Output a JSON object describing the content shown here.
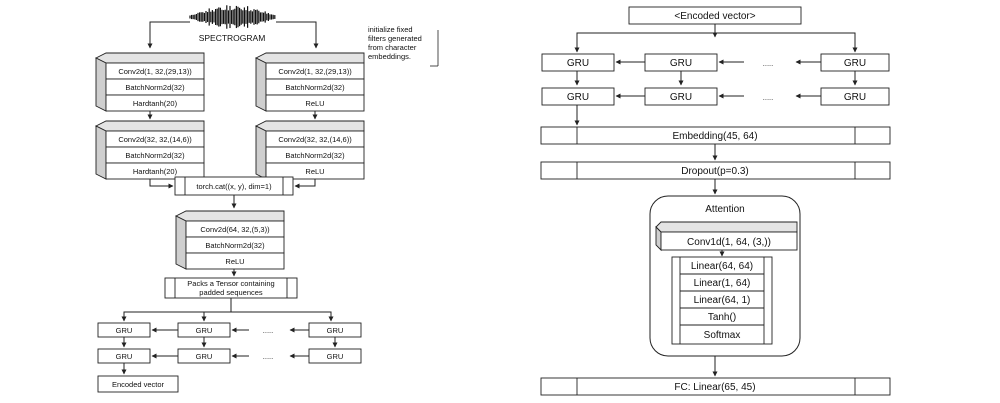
{
  "left": {
    "spectrogram_label": "SPECTROGRAM",
    "note": [
      "initialize fixed",
      "filters generated",
      "from character",
      "embeddings."
    ],
    "branch_a": {
      "block1": [
        "Conv2d(1, 32,(29,13))",
        "BatchNorm2d(32)",
        "Hardtanh(20)"
      ],
      "block2": [
        "Conv2d(32, 32,(14,6))",
        "BatchNorm2d(32)",
        "Hardtanh(20)"
      ]
    },
    "branch_b": {
      "block1": [
        "Conv2d(1, 32,(29,13))",
        "BatchNorm2d(32)",
        "ReLU"
      ],
      "block2": [
        "Conv2d(32, 32,(14,6))",
        "BatchNorm2d(32)",
        "ReLU"
      ]
    },
    "concat": "torch.cat((x, y), dim=1)",
    "block3": [
      "Conv2d(64, 32,(5,3))",
      "BatchNorm2d(32)",
      "ReLU"
    ],
    "packs": [
      "Packs a Tensor containing",
      "padded sequences"
    ],
    "gru_label": "GRU",
    "dots": ".....",
    "encoded": "Encoded vector"
  },
  "right": {
    "encoded": "<Encoded vector>",
    "gru_label": "GRU",
    "dots": ".....",
    "embedding": "Embedding(45, 64)",
    "dropout": "Dropout(p=0.3)",
    "attention_title": "Attention",
    "conv1d": "Conv1d(1, 64, (3,))",
    "attention_layers": [
      "Linear(64, 64)",
      "Linear(1, 64)",
      "Linear(64, 1)",
      "Tanh()",
      "Softmax"
    ],
    "fc": "FC: Linear(65, 45)"
  }
}
